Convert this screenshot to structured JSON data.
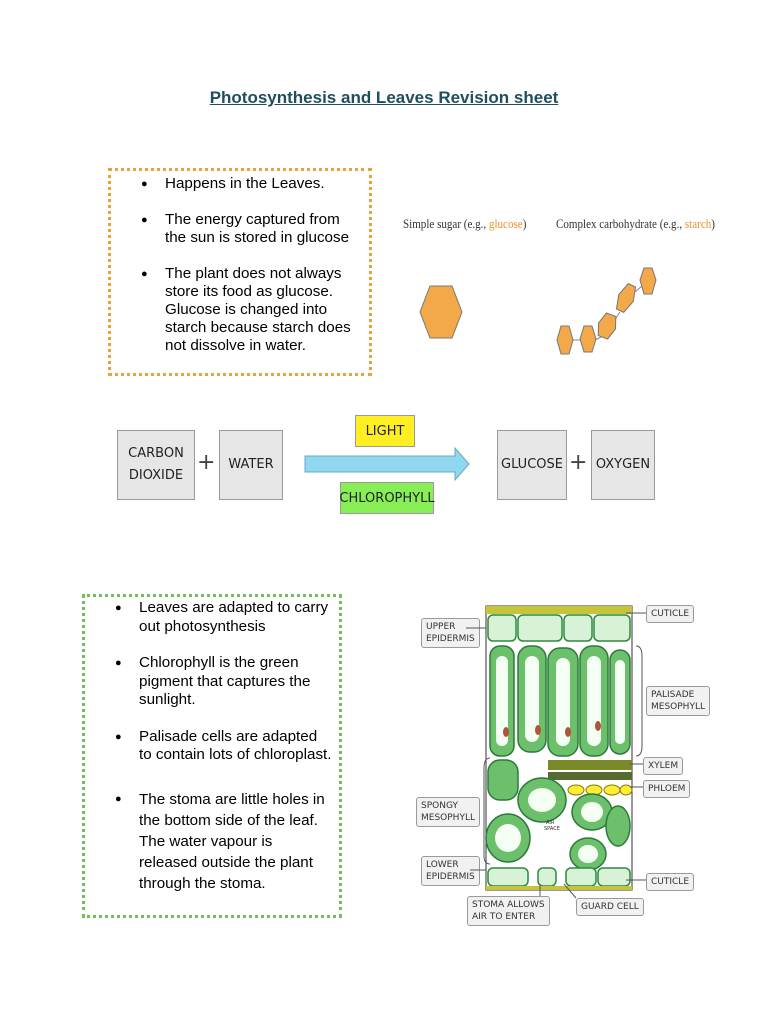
{
  "title": "Photosynthesis and Leaves Revision sheet",
  "facts_top": [
    "Happens in the Leaves.",
    "The energy captured from the sun is stored in glucose",
    "The plant does not always store its food as glucose. Glucose is changed into starch because starch does not dissolve in water."
  ],
  "sugar_diagram": {
    "simple_prefix": "Simple sugar (e.g., ",
    "simple_example": "glucose",
    "simple_suffix": ")",
    "complex_prefix": "Complex carbohydrate (e.g., ",
    "complex_example": "starch",
    "complex_suffix": ")"
  },
  "equation": {
    "reactant1_line1": "CARBON",
    "reactant1_line2": "DIOXIDE",
    "reactant2": "WATER",
    "condition_top": "LIGHT",
    "condition_bottom": "CHLOROPHYLL",
    "product1": "GLUCOSE",
    "product2": "OXYGEN",
    "plus": "+"
  },
  "facts_bottom": [
    "Leaves are adapted to carry out photosynthesis",
    "Chlorophyll is the green pigment that captures the sunlight.",
    "Palisade cells are adapted to contain lots of chloroplast.",
    "The stoma are little holes in the bottom side of the leaf. The water vapour is released outside the plant through the stoma."
  ],
  "leaf_labels": {
    "upper_epidermis_1": "UPPER",
    "upper_epidermis_2": "EPIDERMIS",
    "cuticle_top": "CUTICLE",
    "palisade_1": "PALISADE",
    "palisade_2": "MESOPHYLL",
    "xylem": "XYLEM",
    "phloem": "PHLOEM",
    "spongy_1": "SPONGY",
    "spongy_2": "MESOPHYLL",
    "air_space_1": "AIR",
    "air_space_2": "SPACE",
    "lower_epidermis_1": "LOWER",
    "lower_epidermis_2": "EPIDERMIS",
    "cuticle_bottom": "CUTICLE",
    "stoma_1": "STOMA ALLOWS",
    "stoma_2": "AIR TO ENTER",
    "guard_cell": "GUARD CELL"
  },
  "colors": {
    "title": "#1f4e5f",
    "top_border": "#e8a23a",
    "bottom_border": "#6fbf5a",
    "glucose": "#f3a84a",
    "light_tag": "#ffee22",
    "chlorophyll_tag": "#88ee55",
    "arrow": "#8fd8f0"
  }
}
